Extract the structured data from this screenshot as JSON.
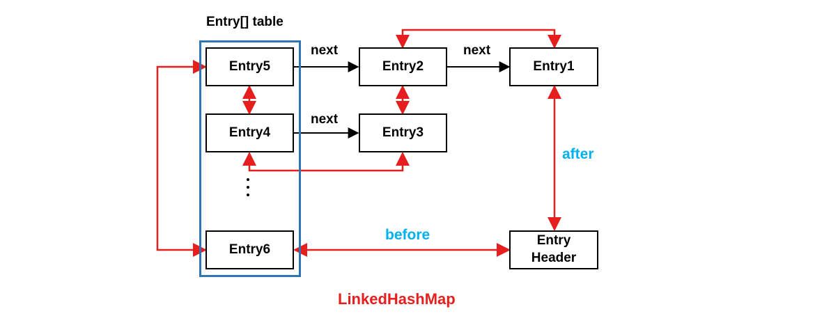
{
  "table_label": "Entry[] table",
  "entries": {
    "entry5": "Entry5",
    "entry4": "Entry4",
    "entry6": "Entry6",
    "entry2": "Entry2",
    "entry3": "Entry3",
    "entry1": "Entry1",
    "header_line1": "Entry",
    "header_line2": "Header"
  },
  "labels": {
    "next": "next",
    "after": "after",
    "before": "before",
    "title": "LinkedHashMap"
  },
  "colors": {
    "red_link": "#E61E1E",
    "next_link": "#000000",
    "table_border": "#2E75B6",
    "after_before_label": "#00B0F0"
  }
}
